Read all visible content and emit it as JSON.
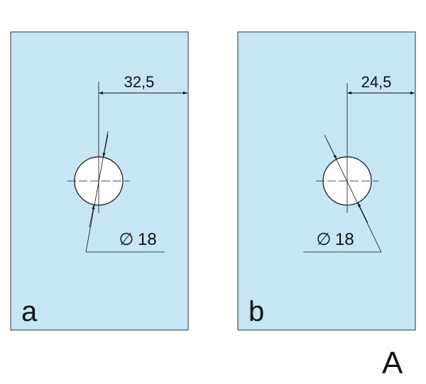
{
  "figure_label": "A",
  "colors": {
    "glass": "#c5e6f2",
    "line": "#222222",
    "hole": "#ffffff"
  },
  "panels": [
    {
      "label": "a",
      "offset_dimension": "32,5",
      "diameter_symbol": "∅",
      "diameter": "18"
    },
    {
      "label": "b",
      "offset_dimension": "24,5",
      "diameter_symbol": "∅",
      "diameter": "18"
    }
  ]
}
